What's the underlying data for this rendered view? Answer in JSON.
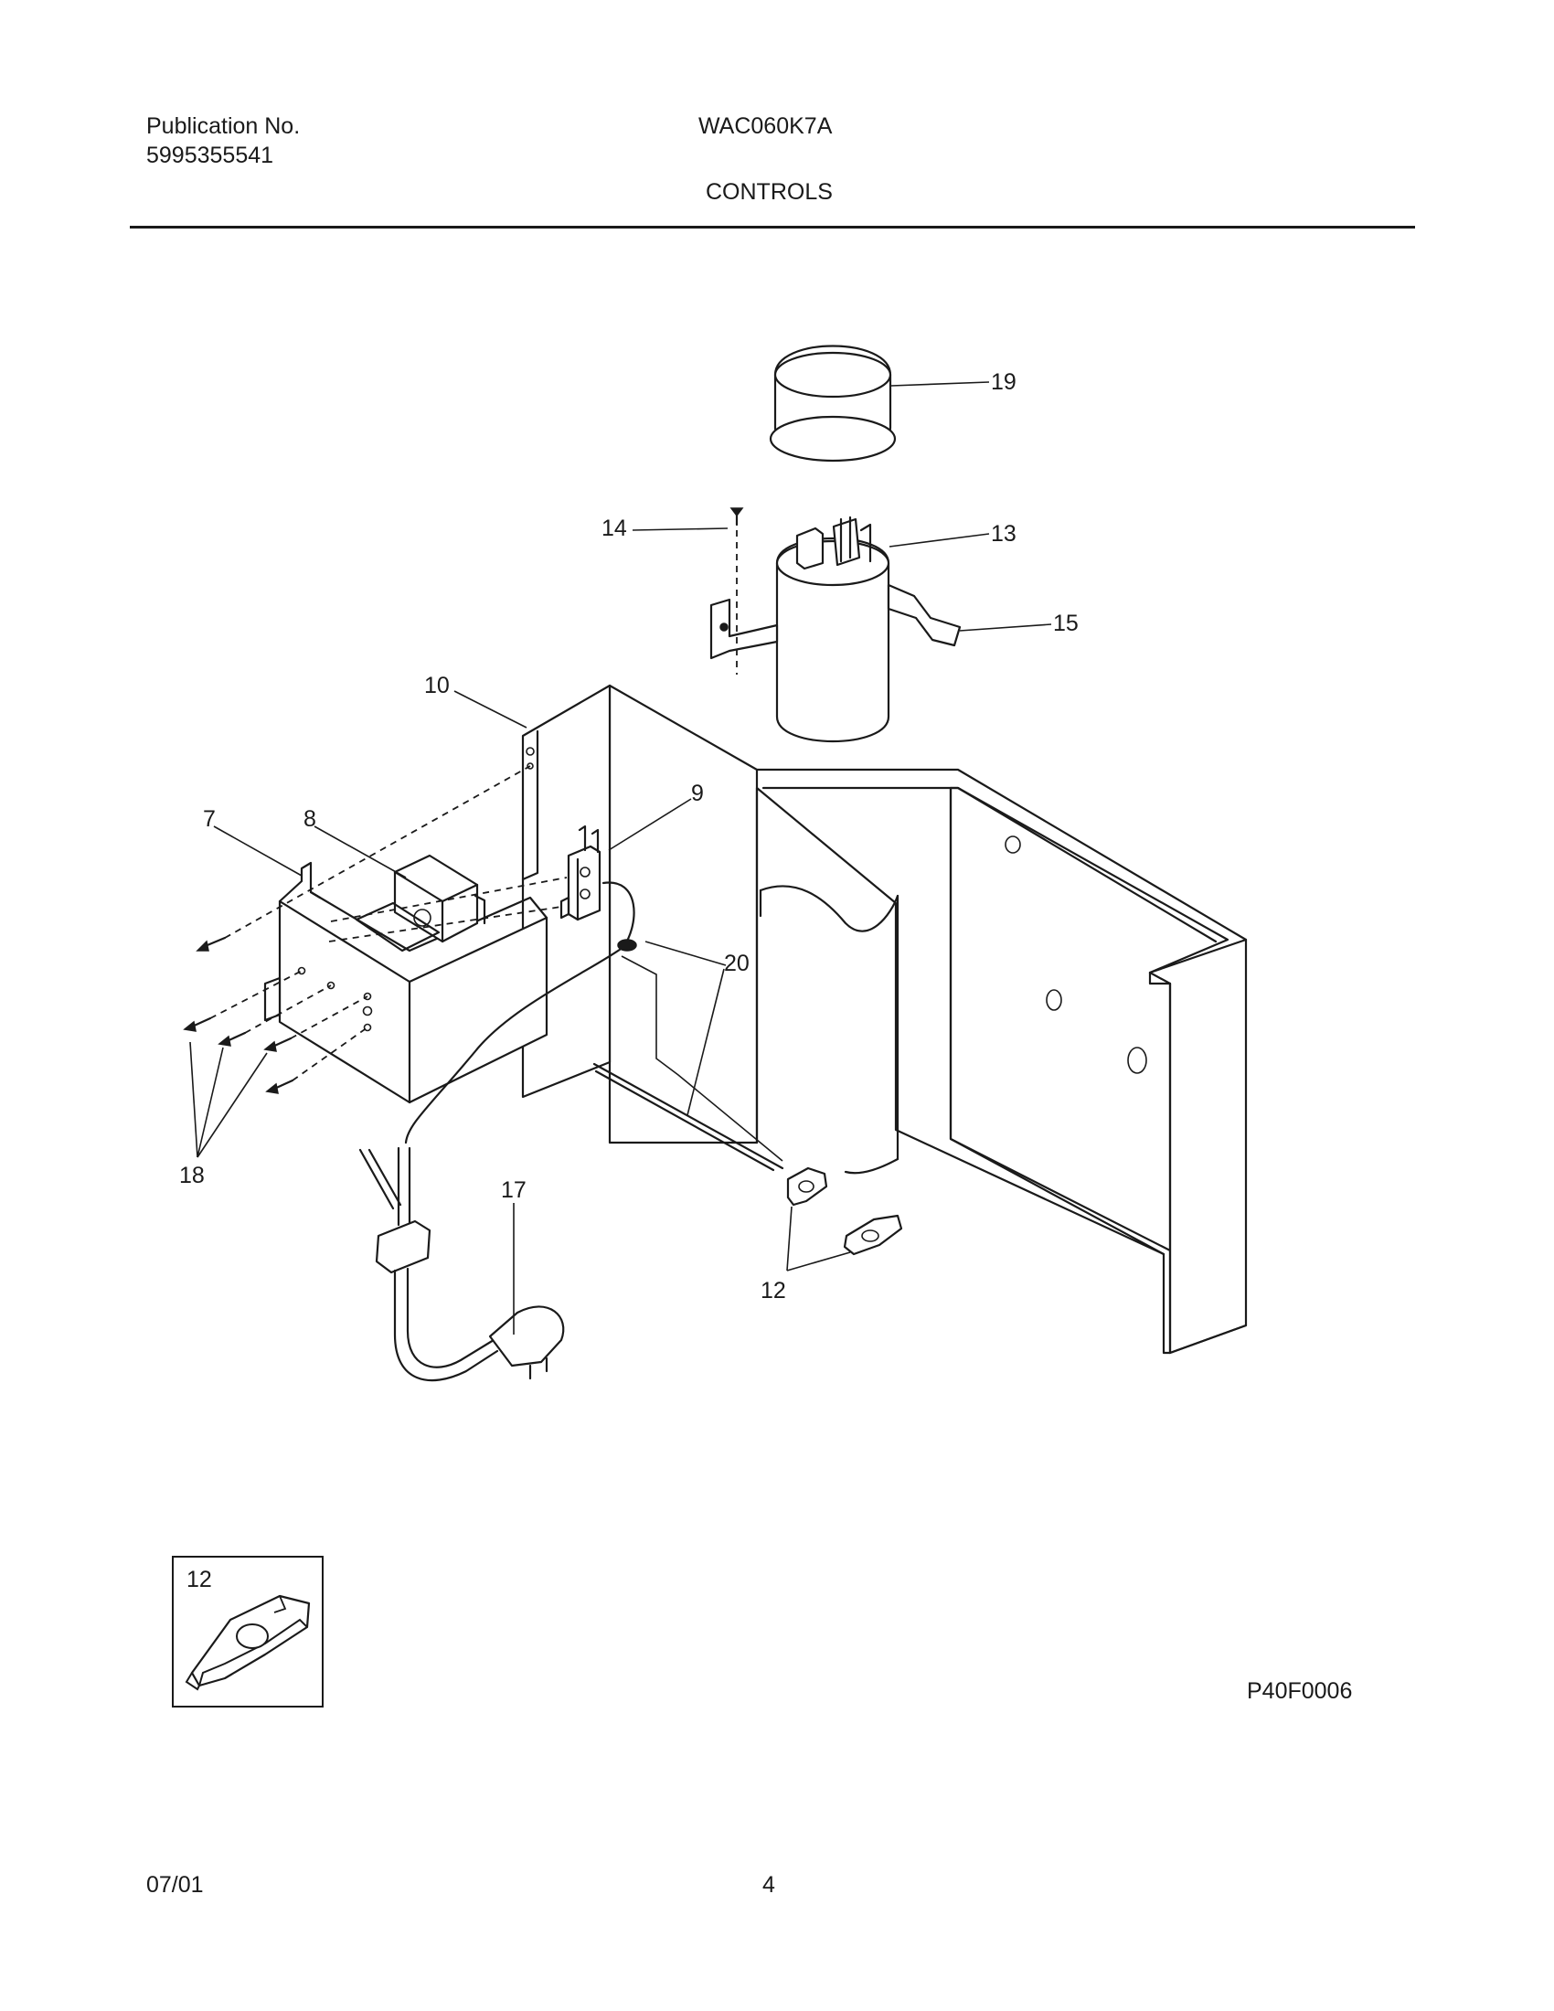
{
  "header": {
    "publication_label": "Publication No.",
    "publication_number": "5995355541",
    "model": "WAC060K7A",
    "section": "CONTROLS"
  },
  "callouts": {
    "c7": "7",
    "c8": "8",
    "c9": "9",
    "c10": "10",
    "c12": "12",
    "c13": "13",
    "c14": "14",
    "c15": "15",
    "c17": "17",
    "c18": "18",
    "c19": "19",
    "c20": "20"
  },
  "inset": {
    "label": "12"
  },
  "figure_id": "P40F0006",
  "footer": {
    "date": "07/01",
    "page": "4"
  }
}
